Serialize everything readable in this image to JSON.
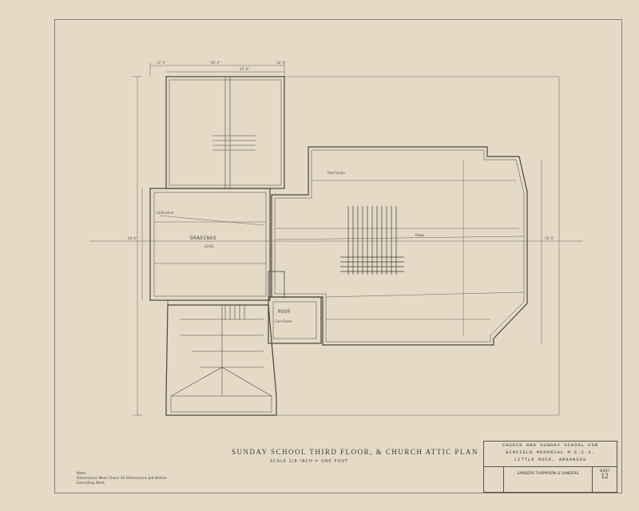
{
  "drawing": {
    "title": "SUNDAY SCHOOL THIRD FLOOR, & CHURCH ATTIC PLAN",
    "scale": "SCALE 1/8 INCH = ONE FOOT"
  },
  "notes": {
    "heading": "Note:",
    "line1": "Dimensions Next Check All Dimensions Job Before",
    "line2": "Executing Work."
  },
  "title_block": {
    "line1": "CHURCH AND SUNDAY SCHOOL FOR",
    "line2": "WINFIELD MEMORIAL M.E.C.S.",
    "line3": "LITTLE ROCK, ARKANSAS",
    "sheet_label": "SHEET",
    "sheet_no": "12",
    "architects": "SANDERS THOMPSON & SANDERS"
  },
  "plan_labels": {
    "gradings": "GRADINGS",
    "roof": "ROOF",
    "level": "LEVEL",
    "left_room": "Unfinished",
    "roof_note": "Roof Under",
    "cold_room": "Cold Room",
    "ridge": "Ridge"
  },
  "dimensions": {
    "d1": "18'-0\"",
    "d2": "20'-0\"",
    "d3": "60'-4\"",
    "d4": "48'-0\"",
    "d5": "28'-0\"",
    "d6": "12'-0\""
  }
}
